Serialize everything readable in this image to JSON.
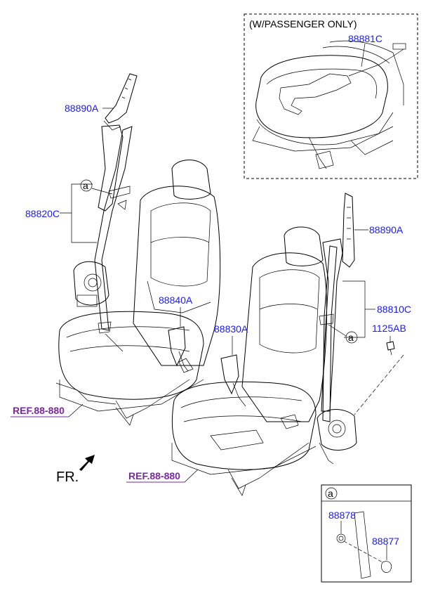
{
  "title": "",
  "inset_top": {
    "heading": "(W/PASSENGER ONLY)",
    "part": "88881C"
  },
  "labels": {
    "p88890A_left": "88890A",
    "p88820C": "88820C",
    "p88840A": "88840A",
    "p88830A": "88830A",
    "p88890A_right": "88890A",
    "p88810C": "88810C",
    "p1125AB": "1125AB"
  },
  "callouts": {
    "a_left": "a",
    "a_right": "a"
  },
  "refs": {
    "ref_left": "REF.88-880",
    "ref_right": "REF.88-880"
  },
  "front_marker": "FR.",
  "detail_box": {
    "tag": "a",
    "part1": "88878",
    "part2": "88877"
  },
  "colors": {
    "label": "#1a1aff",
    "ref": "#7a2aa0",
    "line": "#000000"
  }
}
